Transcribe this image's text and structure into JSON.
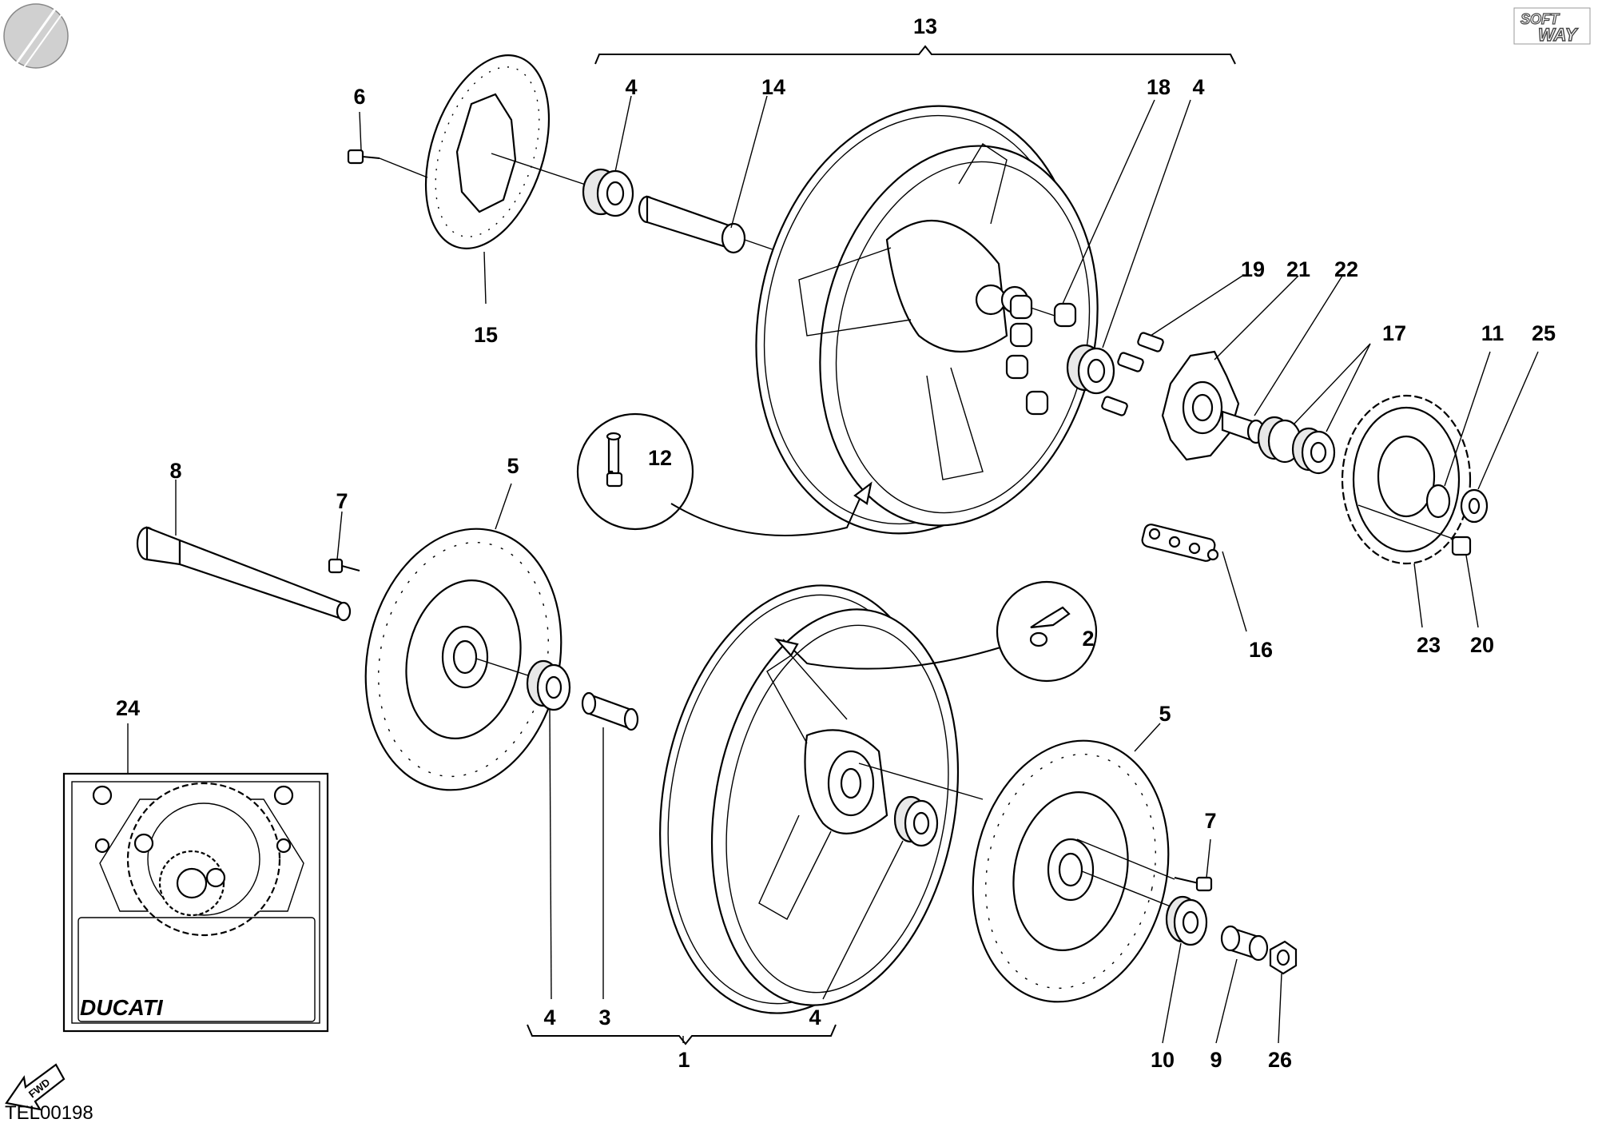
{
  "diagram": {
    "drawing_code": "TEL00198",
    "brand_logo_text": "DUCATI",
    "publisher_logo": [
      "SOFT",
      "WAY"
    ],
    "direction_label": "FWD",
    "icons": [
      "partial-circle-icon",
      "fwd-arrow-icon"
    ],
    "callouts": [
      "13",
      "6",
      "4",
      "14",
      "18",
      "4",
      "19",
      "21",
      "22",
      "17",
      "11",
      "25",
      "15",
      "12",
      "8",
      "5",
      "7",
      "2",
      "16",
      "23",
      "20",
      "24",
      "5",
      "7",
      "4",
      "3",
      "4",
      "10",
      "9",
      "26",
      "1"
    ]
  }
}
